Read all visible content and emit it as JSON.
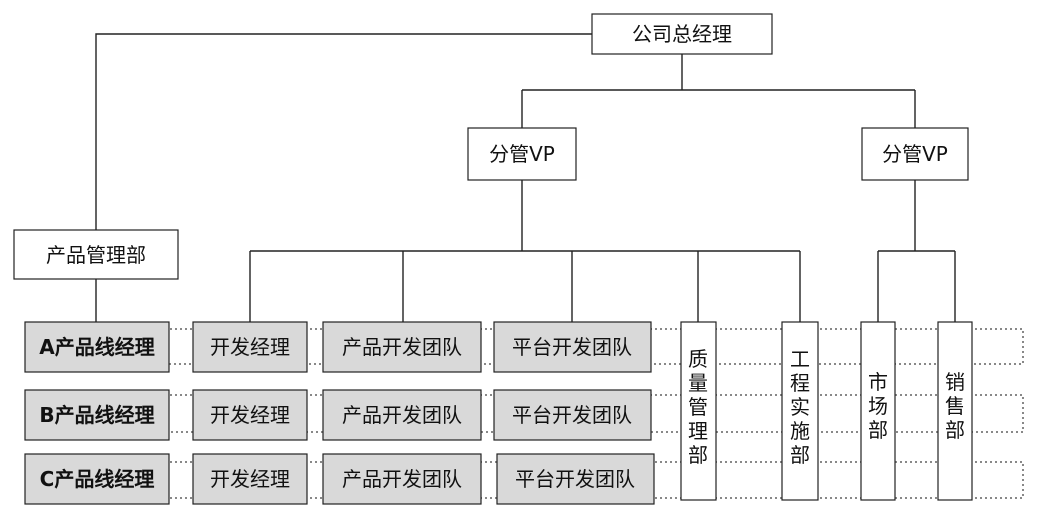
{
  "org": {
    "ceo": "公司总经理",
    "vp_left": "分管VP",
    "vp_right": "分管VP",
    "product_mgmt": "产品管理部",
    "lines": [
      {
        "manager": "A产品线经理",
        "dev": "开发经理",
        "product_team": "产品开发团队",
        "platform_team": "平台开发团队"
      },
      {
        "manager": "B产品线经理",
        "dev": "开发经理",
        "product_team": "产品开发团队",
        "platform_team": "平台开发团队"
      },
      {
        "manager": "C产品线经理",
        "dev": "开发经理",
        "product_team": "产品开发团队",
        "platform_team": "平台开发团队"
      }
    ],
    "quality": "质量管理部",
    "engineering": "工程实施部",
    "market": "市场部",
    "sales": "销售部"
  }
}
